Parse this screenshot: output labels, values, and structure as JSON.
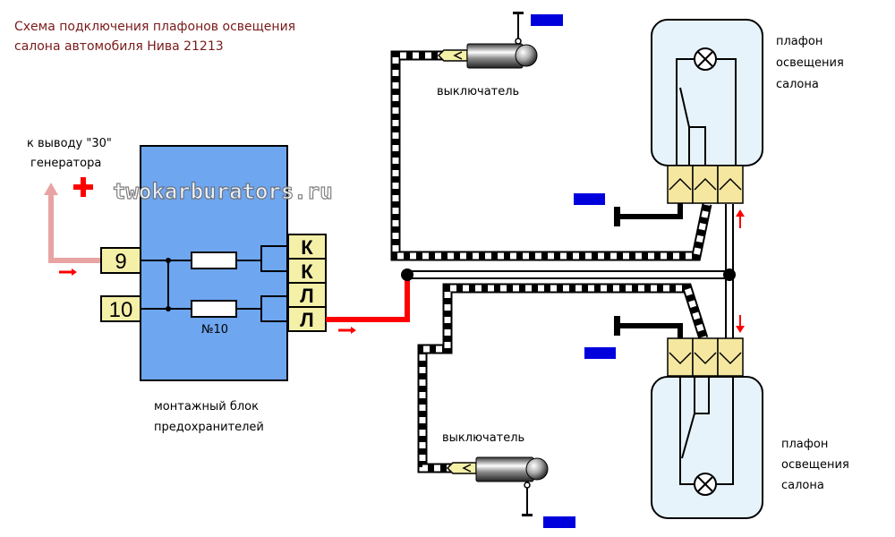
{
  "title": {
    "line1": "Схема подключения плафонов освещения",
    "line2": "салона автомобиля Нива 21213"
  },
  "watermark": "twokarburators.ru",
  "generator": {
    "label_line1": "к выводу \"30\"",
    "label_line2": "генератора",
    "plus": "+"
  },
  "fuse_block": {
    "label_line1": "монтажный блок",
    "label_line2": "предохранителей",
    "pin_9": "9",
    "pin_10": "10",
    "fuse_label": "№10",
    "contacts": [
      "К",
      "К",
      "Л",
      "Л"
    ]
  },
  "switch_top": {
    "label": "выключатель"
  },
  "switch_bottom": {
    "label": "выключатель"
  },
  "lamp_top": {
    "label_line1": "плафон",
    "label_line2": "освещения",
    "label_line3": "салона"
  },
  "lamp_bottom": {
    "label_line1": "плафон",
    "label_line2": "освещения",
    "label_line3": "салона"
  },
  "colors": {
    "title": "#7a1a1a",
    "fuse_block": "#6ea6f0",
    "pin_box": "#f5f0a8",
    "connector": "#f5e7a0",
    "lamp_fill": "#e6f3fb",
    "minus_marker": "#0000dd",
    "plus_red": "#ff0000",
    "gen_wire": "#e8a3a3"
  }
}
